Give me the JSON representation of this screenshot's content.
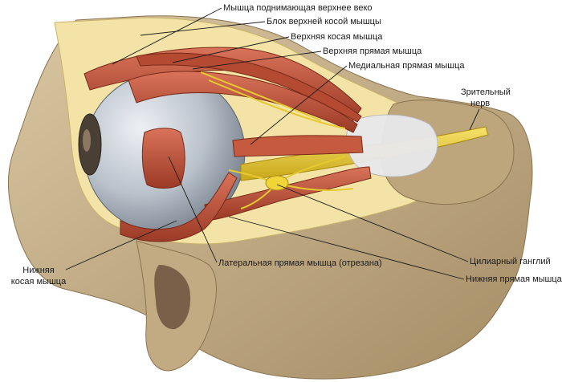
{
  "labels": {
    "levator": "Мышца поднимающая верхнее веко",
    "trochlea": "Блок верхней косой мышцы",
    "superior_oblique": "Верхняя косая мышца",
    "superior_rectus": "Верхняя прямая мышца",
    "medial_rectus": "Медиальная прямая мышца",
    "optic_nerve_line1": "Зрительный",
    "optic_nerve_line2": "нерв",
    "ciliary_ganglion": "Цилиарный ганглий",
    "inferior_rectus": "Нижняя прямая мышца",
    "lateral_rectus": "Латеральная прямая мышца (отрезана)",
    "inferior_oblique_line1": "Нижняя",
    "inferior_oblique_line2": "косая мышца"
  },
  "colors": {
    "bone": "#c9b48e",
    "bone_dark": "#9f8660",
    "fat": "#f3e3a6",
    "muscle": "#c65a3f",
    "muscle_dark": "#9b3a26",
    "nerve": "#e6c92e",
    "eyeball": "#b9c1cb",
    "tendon": "#e9e9ec"
  }
}
